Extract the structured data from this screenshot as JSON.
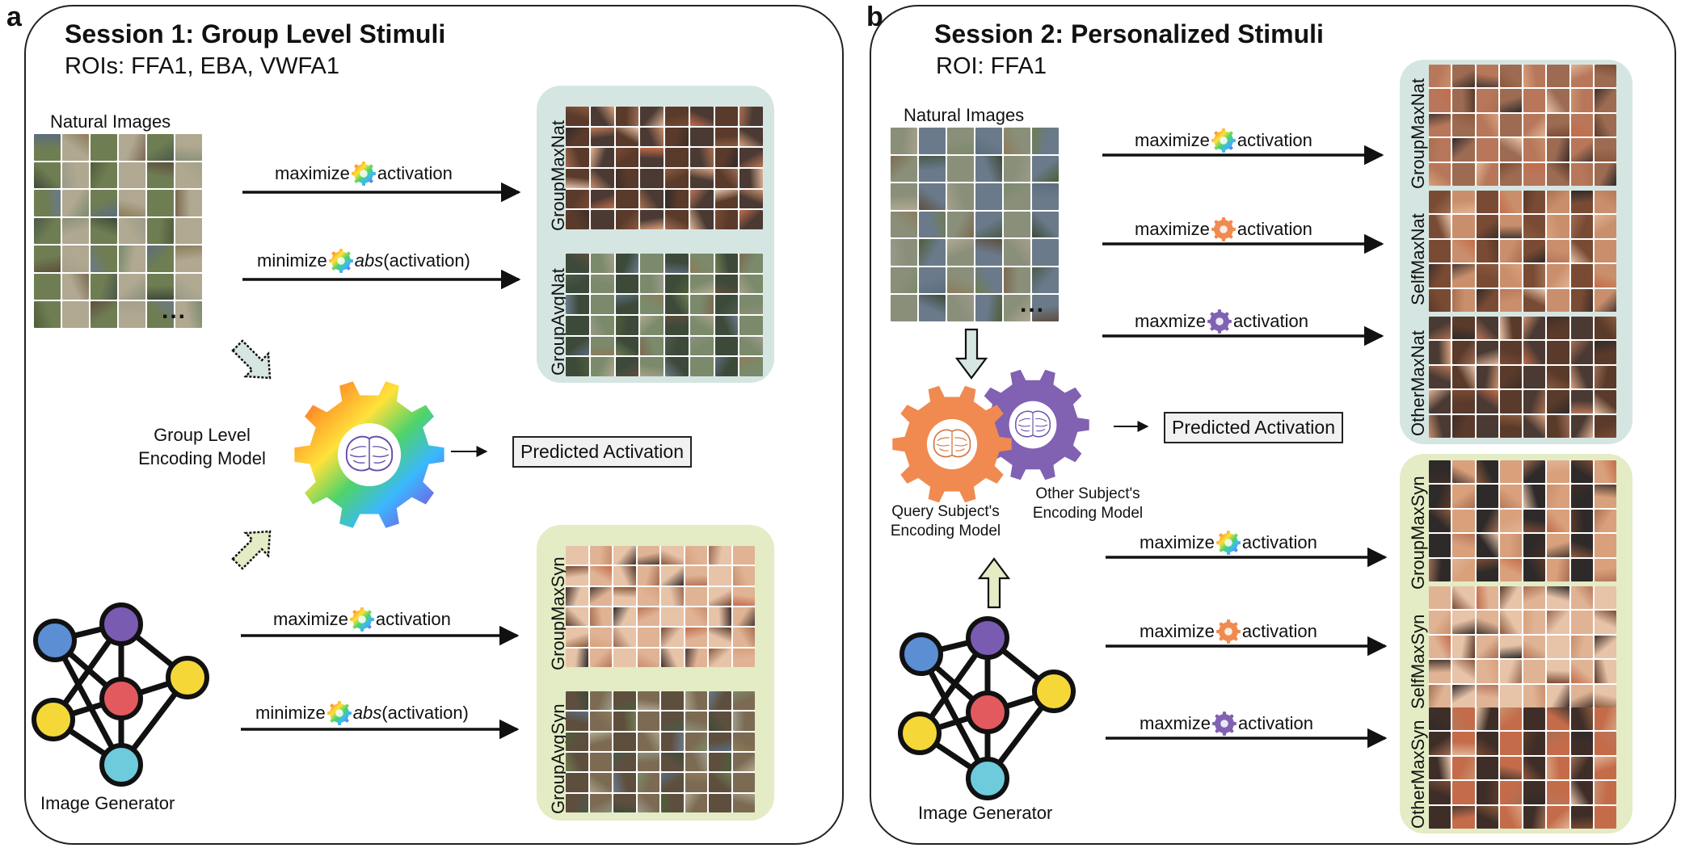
{
  "colors": {
    "natural_panel_bg": "#d5e6e2",
    "synthetic_panel_bg": "#e3ecc4",
    "query_gear": "#f08a50",
    "other_gear": "#8061b2",
    "node_blue": "#5b8ed3",
    "node_purple": "#7a5bb2",
    "node_red": "#e25a5e",
    "node_yellow": "#f5d838",
    "node_cyan": "#6ecbdc"
  },
  "panel_a": {
    "letter": "a",
    "title": "Session 1: Group Level Stimuli",
    "rois": "ROIs: FFA1, EBA, VWFA1",
    "natural_images_label": "Natural Images",
    "ellipsis": "...",
    "encoder_label_line1": "Group Level",
    "encoder_label_line2": "Encoding Model",
    "predicted_activation": "Predicted Activation",
    "generator_label": "Image Generator",
    "icons": [
      "rainbow-gear-icon",
      "brain-icon",
      "neural-network-icon"
    ],
    "arrows": [
      {
        "pre": "maximize",
        "gear": "rainbow",
        "mid_italic": "",
        "post": "activation"
      },
      {
        "pre": "minimize",
        "gear": "rainbow",
        "mid_italic": "abs",
        "post": "(activation)"
      },
      {
        "pre": "maximize",
        "gear": "rainbow",
        "mid_italic": "",
        "post": "activation"
      },
      {
        "pre": "minimize",
        "gear": "rainbow",
        "mid_italic": "abs",
        "post": "(activation)"
      }
    ],
    "set_labels": [
      "GroupMaxNat",
      "GroupAvgNat",
      "GroupMaxSyn",
      "GroupAvgSyn"
    ]
  },
  "panel_b": {
    "letter": "b",
    "title": "Session 2: Personalized Stimuli",
    "roi": "ROI: FFA1",
    "natural_images_label": "Natural Images",
    "ellipsis": "...",
    "query_label_line1": "Query Subject's",
    "query_label_line2": "Encoding Model",
    "other_label_line1": "Other Subject's",
    "other_label_line2": "Encoding Model",
    "predicted_activation": "Predicted Activation",
    "generator_label": "Image Generator",
    "arrows": [
      {
        "pre": "maximize",
        "gear": "rainbow",
        "post": "activation"
      },
      {
        "pre": "maximize",
        "gear": "orange",
        "post": "activation"
      },
      {
        "pre": "maxmize",
        "gear": "purple",
        "post": "activation"
      },
      {
        "pre": "maximize",
        "gear": "rainbow",
        "post": "activation"
      },
      {
        "pre": "maximize",
        "gear": "orange",
        "post": "activation"
      },
      {
        "pre": "maxmize",
        "gear": "purple",
        "post": "activation"
      }
    ],
    "set_labels": [
      "GroupMaxNat",
      "SelfMaxNat",
      "OtherMaxNat",
      "GroupMaxSyn",
      "SelfMaxSyn",
      "OtherMaxSyn"
    ]
  }
}
